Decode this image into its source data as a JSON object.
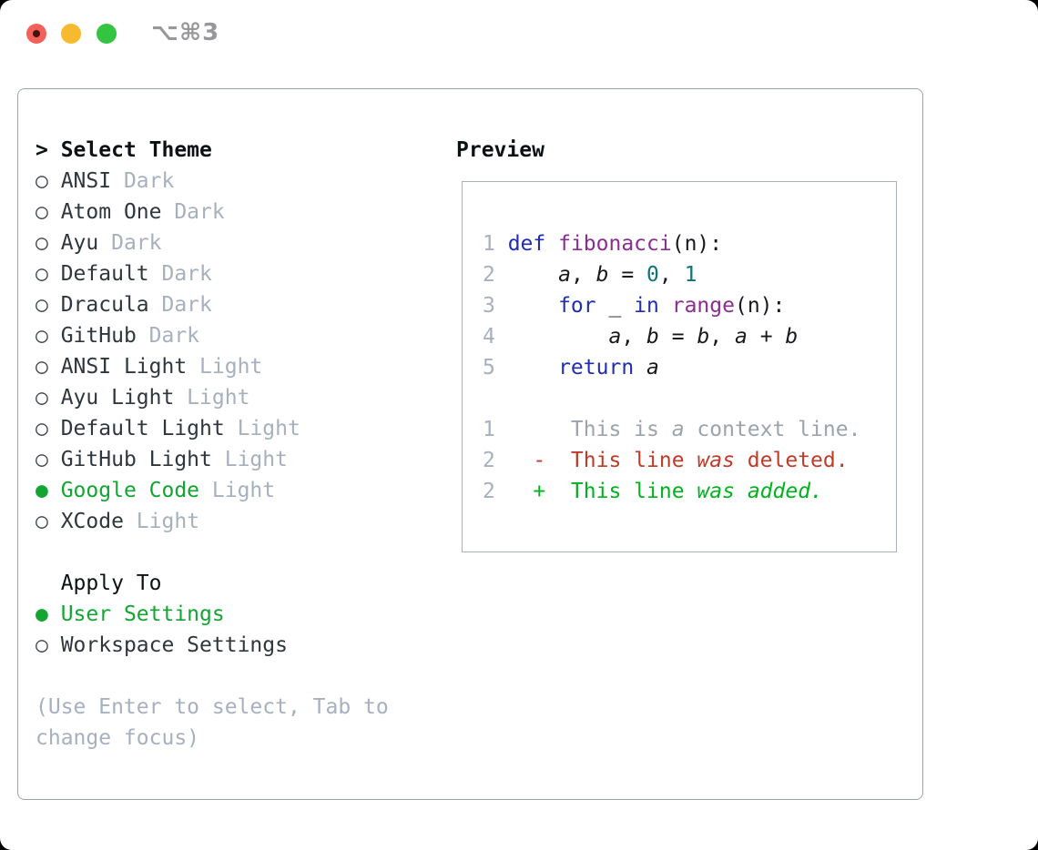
{
  "window": {
    "shortcut": "⌥⌘3",
    "traffic_lights": [
      "close",
      "minimize",
      "zoom"
    ]
  },
  "theme_selector": {
    "heading_marker": ">",
    "heading": "Select Theme",
    "themes": [
      {
        "name": "ANSI",
        "variant": "Dark",
        "selected": false
      },
      {
        "name": "Atom One",
        "variant": "Dark",
        "selected": false
      },
      {
        "name": "Ayu",
        "variant": "Dark",
        "selected": false
      },
      {
        "name": "Default",
        "variant": "Dark",
        "selected": false
      },
      {
        "name": "Dracula",
        "variant": "Dark",
        "selected": false
      },
      {
        "name": "GitHub",
        "variant": "Dark",
        "selected": false
      },
      {
        "name": "ANSI Light",
        "variant": "Light",
        "selected": false
      },
      {
        "name": "Ayu Light",
        "variant": "Light",
        "selected": false
      },
      {
        "name": "Default Light",
        "variant": "Light",
        "selected": false
      },
      {
        "name": "GitHub Light",
        "variant": "Light",
        "selected": false
      },
      {
        "name": "Google Code",
        "variant": "Light",
        "selected": true
      },
      {
        "name": "XCode",
        "variant": "Light",
        "selected": false
      }
    ],
    "apply": {
      "heading": "Apply To",
      "options": [
        {
          "label": "User Settings",
          "selected": true
        },
        {
          "label": "Workspace Settings",
          "selected": false
        }
      ]
    },
    "radio_unselected_icon": "○",
    "radio_selected_icon": "●",
    "help_lines": [
      "(Use Enter to select, Tab to",
      "change focus)"
    ]
  },
  "preview": {
    "heading": "Preview",
    "lines": [
      {
        "n": "1",
        "segs": [
          [
            "def",
            "kw"
          ],
          [
            " ",
            "p"
          ],
          [
            "fibonacci",
            "fn"
          ],
          [
            "(n):",
            "p"
          ]
        ]
      },
      {
        "n": "2",
        "segs": [
          [
            "    ",
            "p"
          ],
          [
            "a",
            "v"
          ],
          [
            ", ",
            "p"
          ],
          [
            "b",
            "v"
          ],
          [
            " = ",
            "p"
          ],
          [
            "0",
            "n"
          ],
          [
            ", ",
            "p"
          ],
          [
            "1",
            "n"
          ]
        ]
      },
      {
        "n": "3",
        "segs": [
          [
            "    ",
            "p"
          ],
          [
            "for",
            "kw"
          ],
          [
            " _ ",
            "p"
          ],
          [
            "in",
            "kw"
          ],
          [
            " ",
            "p"
          ],
          [
            "range",
            "fn"
          ],
          [
            "(n):",
            "p"
          ]
        ]
      },
      {
        "n": "4",
        "segs": [
          [
            "        ",
            "p"
          ],
          [
            "a",
            "v"
          ],
          [
            ", ",
            "p"
          ],
          [
            "b",
            "v"
          ],
          [
            " = ",
            "p"
          ],
          [
            "b",
            "v"
          ],
          [
            ", ",
            "p"
          ],
          [
            "a",
            "v"
          ],
          [
            " + ",
            "p"
          ],
          [
            "b",
            "v"
          ]
        ]
      },
      {
        "n": "5",
        "segs": [
          [
            "    ",
            "p"
          ],
          [
            "return",
            "kw"
          ],
          [
            " ",
            "p"
          ],
          [
            "a",
            "v"
          ]
        ]
      },
      {
        "n": "",
        "segs": []
      },
      {
        "n": "1",
        "segs": [
          [
            "     This is ",
            "c"
          ],
          [
            "a",
            "ci"
          ],
          [
            " context line.",
            "c"
          ]
        ]
      },
      {
        "n": "2",
        "segs": [
          [
            "  -  This line ",
            "d"
          ],
          [
            "was",
            "di"
          ],
          [
            " deleted.",
            "d"
          ]
        ]
      },
      {
        "n": "2",
        "segs": [
          [
            "  +  This line ",
            "a"
          ],
          [
            "was",
            "ai"
          ],
          [
            " ",
            "a"
          ],
          [
            "added.",
            "ai"
          ]
        ]
      }
    ]
  },
  "colors": {
    "selected_green": "#13a532",
    "diff_added_green": "#00b220",
    "diff_deleted_red": "#c03a2a",
    "keyword_blue": "#202db4",
    "function_purple": "#8b2d93",
    "number_teal": "#0e7474",
    "muted_gray": "#a6b0bf",
    "panel_border": "#9aa4af",
    "traffic_red": "#f4605a",
    "traffic_yellow": "#f7b92e",
    "traffic_green": "#33c442"
  }
}
